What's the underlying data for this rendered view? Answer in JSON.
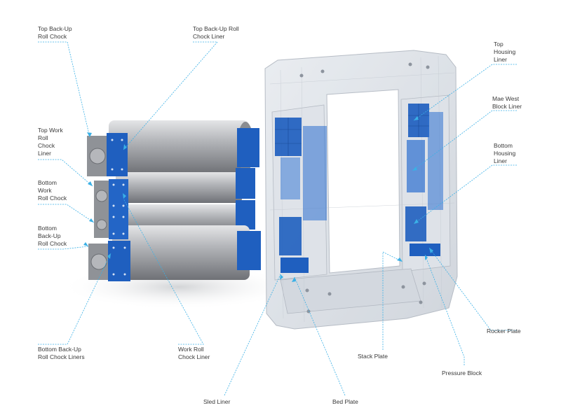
{
  "labels": {
    "top_backup_roll_chock": "Top Back-Up\nRoll Chock",
    "top_backup_roll_chock_liner": "Top Back-Up Roll\nChock Liner",
    "top_work_roll_chock_liner": "Top Work\nRoll\nChock\nLiner",
    "bottom_work_roll_chock": "Bottom\nWork\nRoll Chock",
    "bottom_backup_roll_chock": "Bottom\nBack-Up\nRoll Chock",
    "bottom_backup_roll_chock_liners": "Bottom Back-Up\nRoll Chock Liners",
    "work_roll_chock_liner": "Work Roll\nChock Liner",
    "top_housing_liner": "Top\nHousing\nLiner",
    "mae_west_block_liner": "Mae West\nBlock Liner",
    "bottom_housing_liner": "Bottom\nHousing\nLiner",
    "rocker_plate": "Rocker Plate",
    "stack_plate": "Stack Plate",
    "pressure_block": "Pressure Block",
    "sled_liner": "Sled Liner",
    "bed_plate": "Bed Plate"
  },
  "colors": {
    "liner_blue": "#1f5fbf",
    "leader_cyan": "#3ab0e6",
    "roll_gray": "#9c9ea2",
    "housing_gray": "#d6dbe2",
    "text": "#3a3a3a"
  }
}
